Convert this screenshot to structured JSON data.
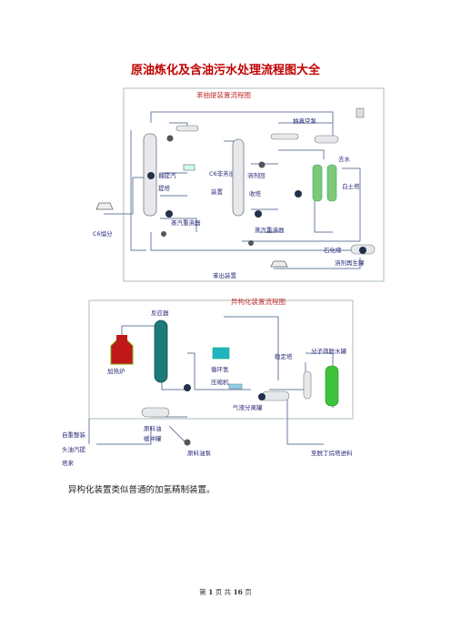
{
  "document": {
    "title": "原油炼化及含油污水处理流程图大全",
    "caption": "异构化装置类似普通的加氢精制装置。",
    "footer": {
      "page_word": "第",
      "page_num": "1",
      "page_unit": "页",
      "total_word": "共",
      "total_num": "16",
      "total_unit": "页"
    }
  },
  "figure1": {
    "title": "苯抽提装置流程图",
    "labels": {
      "c6_feed": "C6馏分",
      "extract_gas": "抽提汽",
      "extract_tower": "提塔",
      "c6_out_1": "C6非芳出",
      "c6_out_2": "装置",
      "solvent_recover_1": "溶剂回",
      "solvent_recover_2": "收塔",
      "steam_boiler_1": "蒸汽重沸器",
      "steam_boiler_2": "蒸汽重沸器",
      "vacuum_pump": "抽真空泵",
      "water_out": "去水",
      "clay_tower": "白土塔",
      "benzene_out": "苯出装置",
      "solvent_regen": "溶剂再生罐",
      "watermark": "石化缘"
    }
  },
  "figure2": {
    "title": "异构化装置流程图",
    "labels": {
      "reactor": "反应器",
      "furnace": "加热炉",
      "recycle_hydrogen_1": "循环氢",
      "recycle_hydrogen_2": "压缩机",
      "gas_liquid_sep": "气液分离罐",
      "stabilizer": "稳定塔",
      "mol_sieve": "分子筛脱水罐",
      "feed_1": "自重整装",
      "feed_2": "头油汽提",
      "feed_3": "塔来",
      "buffer_1": "原料油",
      "buffer_2": "缓冲罐",
      "feed_pump": "原料油泵",
      "product_out": "至脱丁烷塔进料"
    }
  },
  "colors": {
    "title_red": "#c00000",
    "pipe": "#6a7fa0",
    "label_blue": "#2a2a7a",
    "figure_title_red": "#c03030"
  }
}
